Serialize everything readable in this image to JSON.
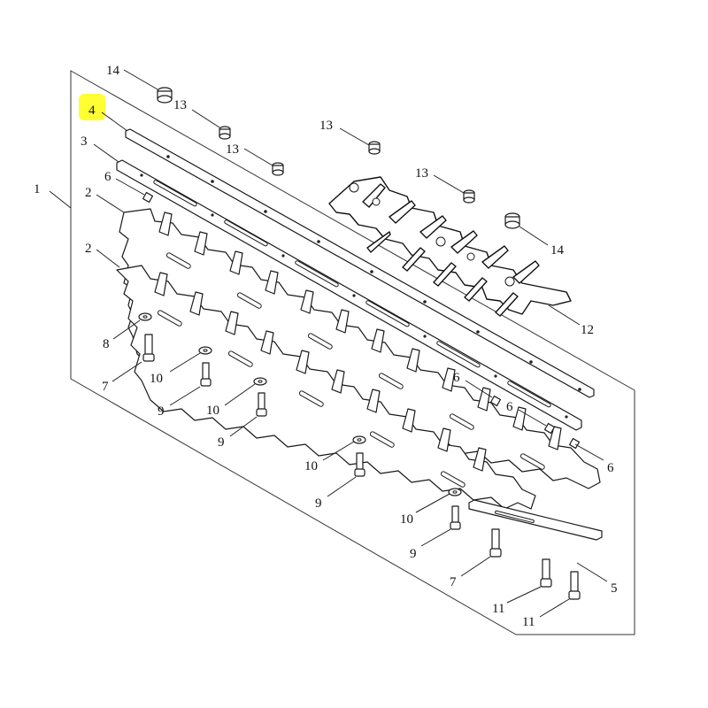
{
  "diagram": {
    "highlight_color": "#ffff33",
    "line_color": "#222222",
    "labels": [
      {
        "id": "label-1",
        "text": "1"
      },
      {
        "id": "label-2a",
        "text": "2"
      },
      {
        "id": "label-2b",
        "text": "2"
      },
      {
        "id": "label-3",
        "text": "3"
      },
      {
        "id": "label-4",
        "text": "4",
        "highlighted": true
      },
      {
        "id": "label-5",
        "text": "5"
      },
      {
        "id": "label-6a",
        "text": "6"
      },
      {
        "id": "label-6b",
        "text": "6"
      },
      {
        "id": "label-6c",
        "text": "6"
      },
      {
        "id": "label-6d",
        "text": "6"
      },
      {
        "id": "label-7a",
        "text": "7"
      },
      {
        "id": "label-7b",
        "text": "7"
      },
      {
        "id": "label-8",
        "text": "8"
      },
      {
        "id": "label-9a",
        "text": "9"
      },
      {
        "id": "label-9b",
        "text": "9"
      },
      {
        "id": "label-9c",
        "text": "9"
      },
      {
        "id": "label-9d",
        "text": "9"
      },
      {
        "id": "label-10a",
        "text": "10"
      },
      {
        "id": "label-10b",
        "text": "10"
      },
      {
        "id": "label-10c",
        "text": "10"
      },
      {
        "id": "label-10d",
        "text": "10"
      },
      {
        "id": "label-11a",
        "text": "11"
      },
      {
        "id": "label-11b",
        "text": "11"
      },
      {
        "id": "label-12",
        "text": "12"
      },
      {
        "id": "label-13a",
        "text": "13"
      },
      {
        "id": "label-13b",
        "text": "13"
      },
      {
        "id": "label-13c",
        "text": "13"
      },
      {
        "id": "label-13d",
        "text": "13"
      },
      {
        "id": "label-14a",
        "text": "14"
      },
      {
        "id": "label-14b",
        "text": "14"
      }
    ]
  }
}
